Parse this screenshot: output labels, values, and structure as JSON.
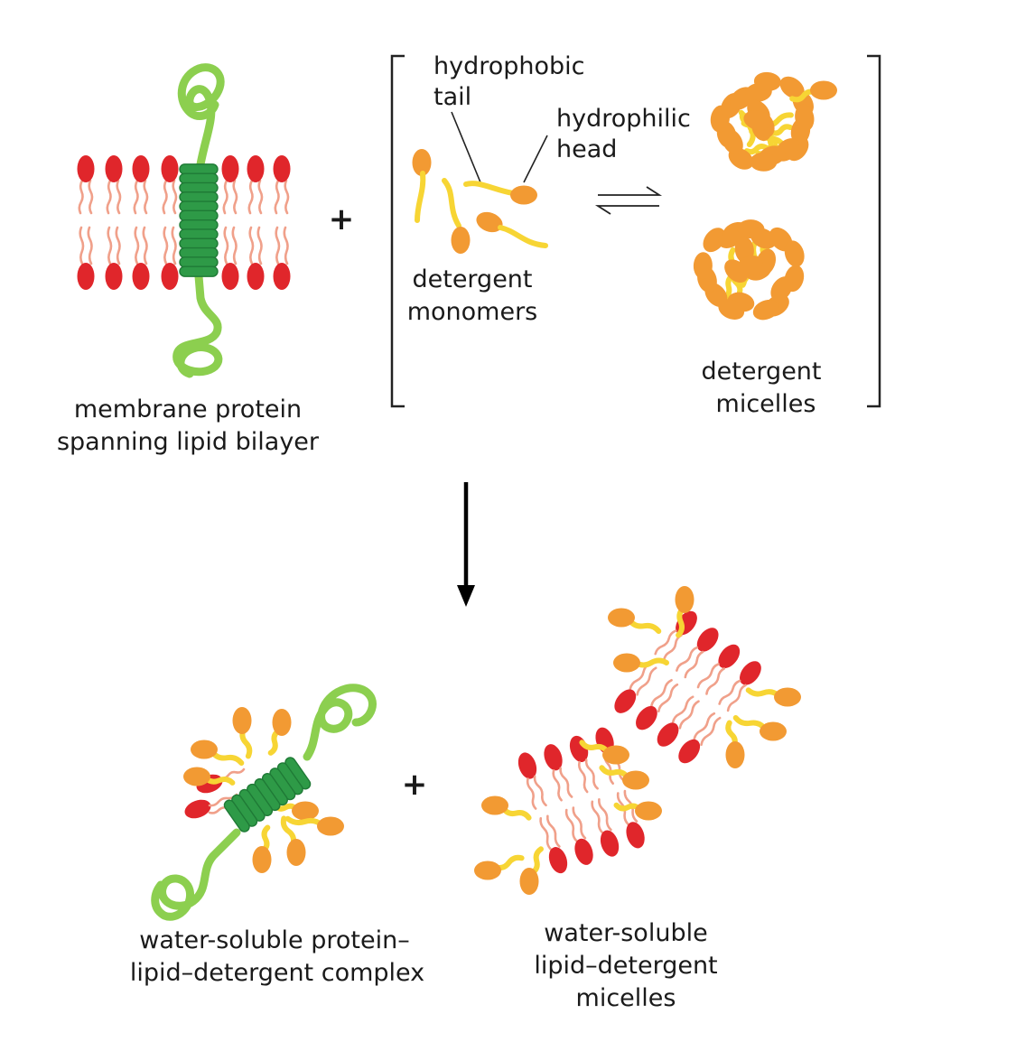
{
  "labels": {
    "membrane_protein_line1": "membrane protein",
    "membrane_protein_line2": "spanning lipid bilayer",
    "plus_top": "+",
    "hydrophobic_line1": "hydrophobic",
    "hydrophobic_line2": "tail",
    "hydrophilic_line1": "hydrophilic",
    "hydrophilic_line2": "head",
    "monomers_line1": "detergent",
    "monomers_line2": "monomers",
    "micelles_line1": "detergent",
    "micelles_line2": "micelles",
    "complex_line1": "water-soluble protein–",
    "complex_line2": "lipid–detergent complex",
    "plus_bottom": "+",
    "lipid_micelles_line1": "water-soluble",
    "lipid_micelles_line2": "lipid–detergent",
    "lipid_micelles_line3": "micelles"
  },
  "colors": {
    "lipid_head": "#e0262b",
    "lipid_tail": "#f0a08a",
    "protein_helix": "#2e9a47",
    "protein_helix_dark": "#1f7a36",
    "protein_loop": "#8ccf4f",
    "detergent_head": "#f29a33",
    "detergent_tail": "#f7d534",
    "arrow": "#000000"
  }
}
